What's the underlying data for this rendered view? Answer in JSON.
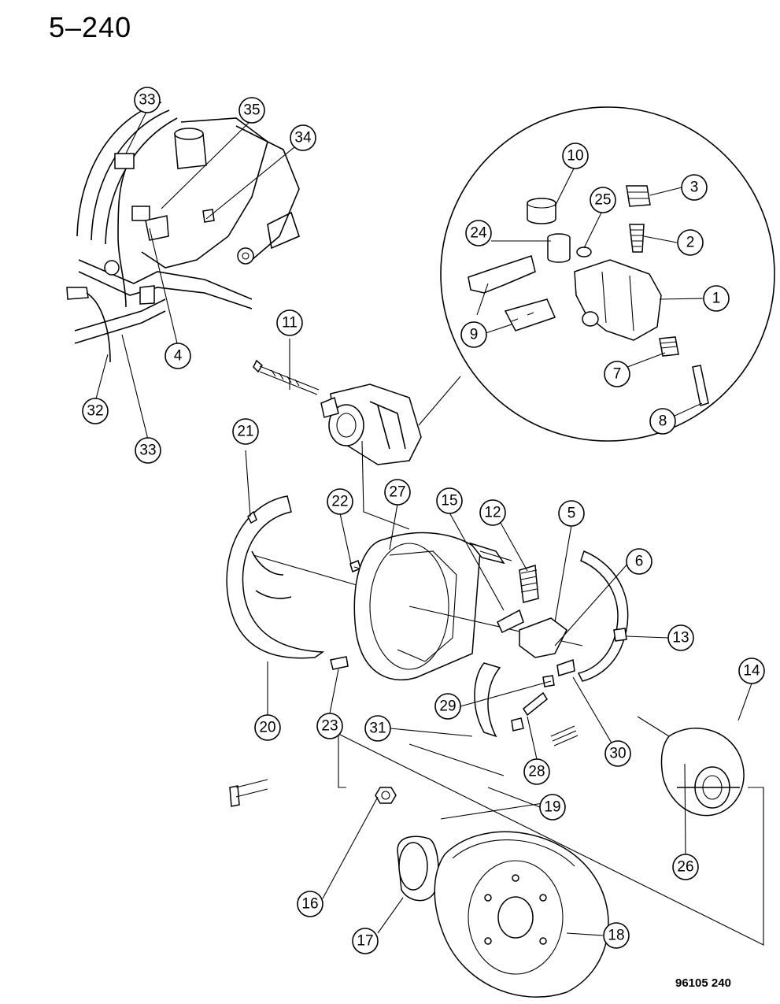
{
  "page_number": "5–240",
  "figure_number": "96105 240",
  "callouts": [
    "33",
    "35",
    "34",
    "4",
    "32",
    "33",
    "11",
    "10",
    "25",
    "3",
    "24",
    "2",
    "1",
    "9",
    "7",
    "8",
    "21",
    "22",
    "27",
    "15",
    "12",
    "5",
    "6",
    "13",
    "14",
    "20",
    "23",
    "29",
    "30",
    "31",
    "28",
    "19",
    "26",
    "16",
    "17",
    "18"
  ]
}
